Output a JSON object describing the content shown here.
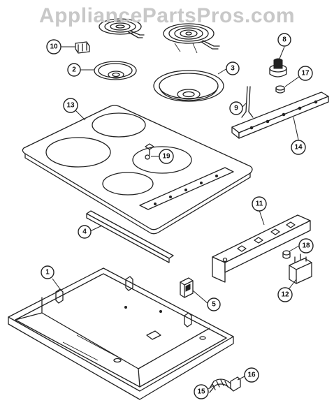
{
  "watermark": "AppliancePartsPros.com",
  "callouts": [
    {
      "id": "c1",
      "label": "1"
    },
    {
      "id": "c2",
      "label": "2"
    },
    {
      "id": "c3",
      "label": "3"
    },
    {
      "id": "c4",
      "label": "4"
    },
    {
      "id": "c5",
      "label": "5"
    },
    {
      "id": "c8",
      "label": "8"
    },
    {
      "id": "c9",
      "label": "9"
    },
    {
      "id": "c10",
      "label": "10"
    },
    {
      "id": "c11",
      "label": "11"
    },
    {
      "id": "c12",
      "label": "12"
    },
    {
      "id": "c13",
      "label": "13"
    },
    {
      "id": "c14",
      "label": "14"
    },
    {
      "id": "c15",
      "label": "15"
    },
    {
      "id": "c16",
      "label": "16"
    },
    {
      "id": "c17",
      "label": "17"
    },
    {
      "id": "c18",
      "label": "18"
    },
    {
      "id": "c19",
      "label": "19"
    }
  ]
}
